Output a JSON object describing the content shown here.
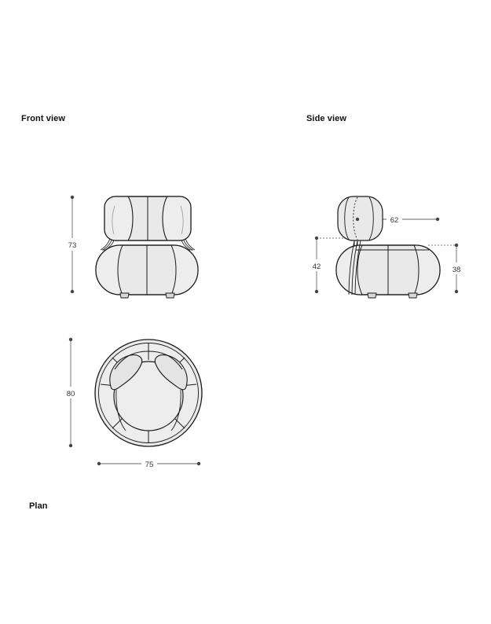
{
  "document": {
    "type": "technical-drawing",
    "subject": "round lounge armchair",
    "background_color": "#ffffff",
    "units": "cm"
  },
  "style": {
    "fill_color": "#e9e9e9",
    "fill_color_light": "#efefef",
    "outline_color": "#1a1a1a",
    "dimension_color": "#555555",
    "label_color": "#111111"
  },
  "views": [
    {
      "id": "front",
      "label": "Front view"
    },
    {
      "id": "side",
      "label": "Side view"
    },
    {
      "id": "plan",
      "label": "Plan"
    }
  ],
  "labels": {
    "front_view": "Front view",
    "side_view": "Side view",
    "plan": "Plan"
  },
  "dimensions": {
    "front_height": "73",
    "side_depth": "62",
    "side_back_height": "42",
    "side_seat_height": "38",
    "plan_depth": "80",
    "plan_width": "75"
  }
}
